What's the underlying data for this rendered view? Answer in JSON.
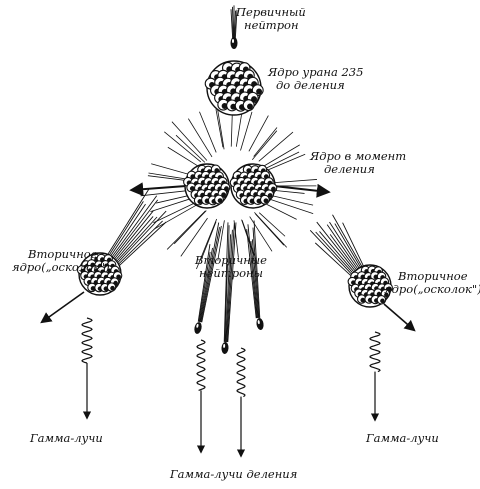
{
  "labels": {
    "primary_neutron": [
      "Первичный",
      "нейтрон"
    ],
    "nucleus_before": [
      "Ядро урана 235",
      "до деления"
    ],
    "nucleus_moment": [
      "Ядро в момент",
      "деления"
    ],
    "secondary_left": [
      "Вторичное",
      "ядро(„осколок\")"
    ],
    "secondary_right": [
      "Вторичное",
      "ядро(„осколок\")"
    ],
    "secondary_neutrons": [
      "Вторичные",
      "нейтроны"
    ],
    "gamma_left": "Гамма-лучи",
    "gamma_right": "Гамма-лучи",
    "gamma_fission": "Гамма-лучи деления"
  },
  "colors": {
    "ink": "#111111",
    "paper": "#ffffff"
  }
}
